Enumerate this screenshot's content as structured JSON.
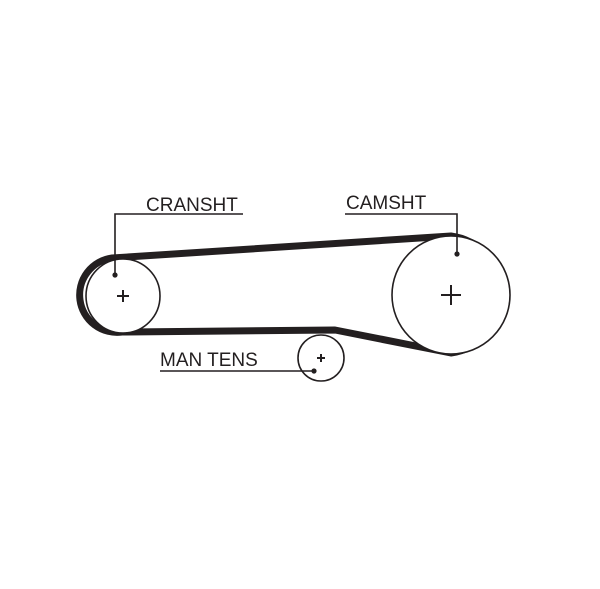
{
  "diagram": {
    "labels": {
      "crankshaft": "CRANSHT",
      "camshaft": "CAMSHT",
      "tensioner": "MAN TENS"
    },
    "colors": {
      "ink": "#231f20",
      "background": "#ffffff"
    }
  }
}
